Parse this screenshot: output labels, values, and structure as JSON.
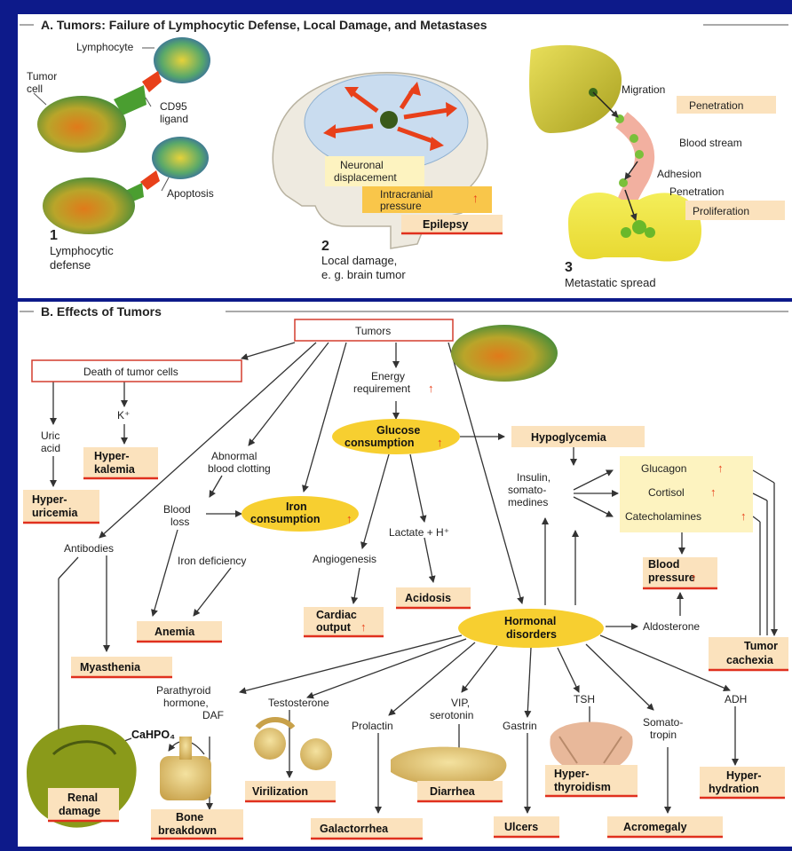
{
  "sectionA": {
    "title": "A. Tumors: Failure of Lymphocytic Defense, Local Damage, and Metastases",
    "panel1": {
      "lymphocyte": "Lymphocyte",
      "tumor_cell_1": "Tumor",
      "tumor_cell_2": "cell",
      "cd95_1": "CD95",
      "cd95_2": "ligand",
      "apoptosis": "Apoptosis",
      "number": "1",
      "caption_1": "Lymphocytic",
      "caption_2": "defense"
    },
    "panel2": {
      "neuronal_1": "Neuronal",
      "neuronal_2": "displacement",
      "intracranial_1": "Intracranial",
      "intracranial_2": "pressure",
      "epilepsy": "Epilepsy",
      "number": "2",
      "caption_1": "Local damage,",
      "caption_2": "e. g. brain tumor"
    },
    "panel3": {
      "migration": "Migration",
      "penetration_1": "Penetration",
      "blood_stream": "Blood stream",
      "adhesion": "Adhesion",
      "penetration_2": "Penetration",
      "proliferation": "Proliferation",
      "number": "3",
      "caption": "Metastatic spread"
    }
  },
  "sectionB": {
    "title": "B. Effects of Tumors",
    "tumors": "Tumors",
    "death": "Death of tumor cells",
    "uric_1": "Uric",
    "uric_2": "acid",
    "k": "K⁺",
    "hyperkalemia_1": "Hyper-",
    "hyperkalemia_2": "kalemia",
    "hyperuricemia_1": "Hyper-",
    "hyperuricemia_2": "uricemia",
    "energy_1": "Energy",
    "energy_2": "requirement",
    "glucose_1": "Glucose",
    "glucose_2": "consumption",
    "hypoglycemia": "Hypoglycemia",
    "abnormal_1": "Abnormal",
    "abnormal_2": "blood clotting",
    "blood_loss_1": "Blood",
    "blood_loss_2": "loss",
    "iron_1": "Iron",
    "iron_2": "consumption",
    "iron_deficiency": "Iron deficiency",
    "antibodies": "Antibodies",
    "anemia": "Anemia",
    "myasthenia": "Myasthenia",
    "angiogenesis": "Angiogenesis",
    "lactate": "Lactate + H⁺",
    "acidosis": "Acidosis",
    "cardiac_1": "Cardiac",
    "cardiac_2": "output",
    "insulin_1": "Insulin,",
    "insulin_2": "somato-",
    "insulin_3": "medines",
    "glucagon": "Glucagon",
    "cortisol": "Cortisol",
    "catecholamines": "Catecholamines",
    "blood_pressure_1": "Blood",
    "blood_pressure_2": "pressure",
    "hormonal_1": "Hormonal",
    "hormonal_2": "disorders",
    "aldosterone": "Aldosterone",
    "tumor_cachexia_1": "Tumor",
    "tumor_cachexia_2": "cachexia",
    "parathyroid_1": "Parathyroid",
    "parathyroid_2": "hormone,",
    "parathyroid_3": "DAF",
    "cahpo": "CaHPO₄",
    "testosterone": "Testosterone",
    "prolactin": "Prolactin",
    "vip_1": "VIP,",
    "vip_2": "serotonin",
    "gastrin": "Gastrin",
    "tsh": "TSH",
    "somatotropin_1": "Somato-",
    "somatotropin_2": "tropin",
    "adh": "ADH",
    "renal_1": "Renal",
    "renal_2": "damage",
    "bone_1": "Bone",
    "bone_2": "breakdown",
    "virilization": "Virilization",
    "diarrhea": "Diarrhea",
    "hyperthyroidism_1": "Hyper-",
    "hyperthyroidism_2": "thyroidism",
    "hyperhydration_1": "Hyper-",
    "hyperhydration_2": "hydration",
    "galactorrhea": "Galactorrhea",
    "ulcers": "Ulcers",
    "acromegaly": "Acromegaly"
  },
  "colors": {
    "background": "#0d1a8a",
    "panel": "#ffffff",
    "label_box": "#fbe2bd",
    "ellipse": "#f7cf30",
    "underline": "#e0301e",
    "up_arrow": "#e8401a",
    "yellow_box": "#fdf3c0"
  }
}
